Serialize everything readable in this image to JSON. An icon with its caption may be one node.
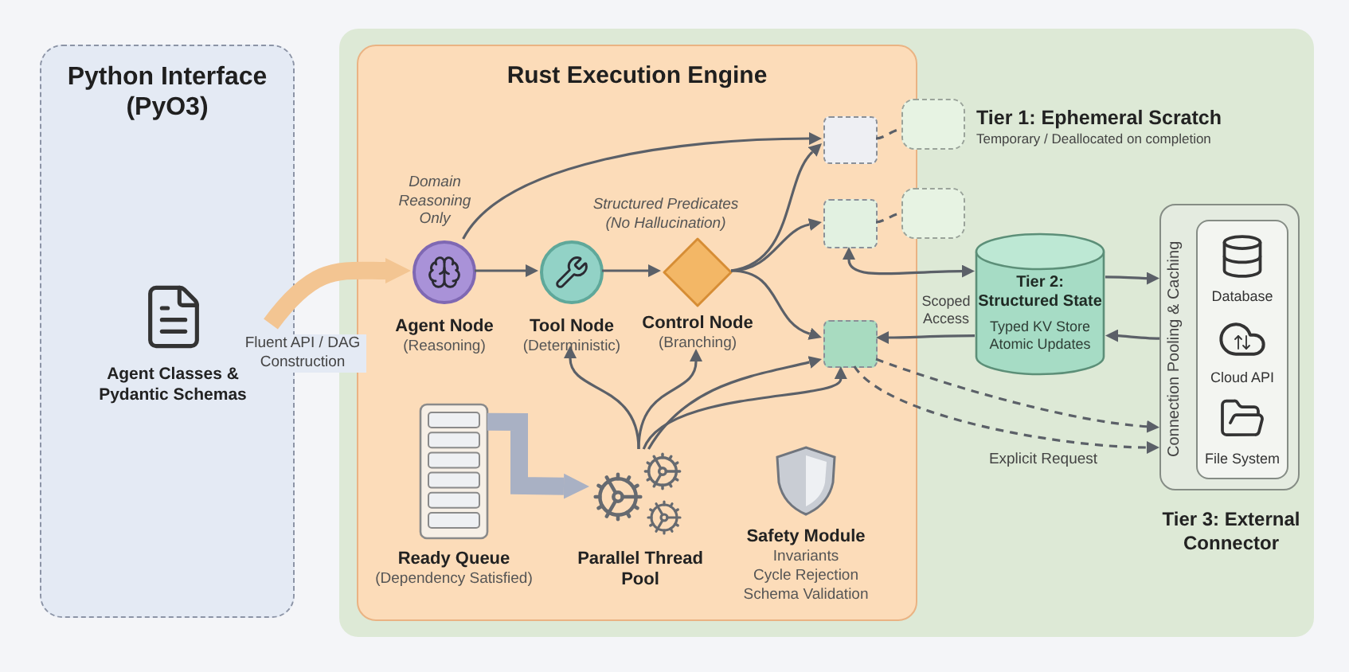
{
  "diagram": {
    "nodes": [
      {
        "text": [
          "Python Interface (PyO3)"
        ]
      },
      {
        "text": [
          "Agent Classes & Pydantic Schemas"
        ],
        "in": 0
      },
      {
        "text": [],
        "shape": "box"
      },
      {
        "text": [
          "Rust Execution Engine"
        ],
        "in": 2
      },
      {
        "text": [
          "Agent Node",
          "(Reasoning)"
        ],
        "beside": [
          "Domain Reasoning Only"
        ],
        "in": 3
      },
      {
        "text": [
          "Tool Node",
          "(Deterministic)"
        ],
        "in": 3
      },
      {
        "text": [
          "Control Node",
          "(Branching)"
        ],
        "beside": [
          "Structured Predicates (No Hallucination)"
        ],
        "in": 3
      },
      {
        "text": [],
        "shape": "box",
        "in": 3
      },
      {
        "text": [],
        "shape": "box",
        "in": 3
      },
      {
        "text": [],
        "shape": "box",
        "in": 3
      },
      {
        "text": [],
        "shape": "box",
        "beside": [
          "Tier 1: Ephemeral Scratch",
          "Temporary / Deallocated on completion"
        ],
        "in": 2
      },
      {
        "text": [],
        "shape": "box",
        "in": 2
      },
      {
        "text": [
          "Tier 2: Structured State",
          "Typed KV Store Atomic Updates"
        ],
        "in": 2
      },
      {
        "text": [
          "Connection Pooling & Caching"
        ],
        "beside": [
          "Tier 3: External Connector"
        ],
        "in": 2
      },
      {
        "text": [
          "Database",
          "Cloud API",
          "File System"
        ],
        "in": 13
      },
      {
        "text": [
          "Ready Queue",
          "(Dependency Satisfied)"
        ],
        "in": 3
      },
      {
        "text": [
          "Parallel Thread Pool"
        ],
        "in": 3
      },
      {
        "text": [
          "Safety Module",
          "Invariants",
          "Cycle Rejection",
          "Schema Validation"
        ],
        "in": 3
      }
    ],
    "edges": [
      {
        "from": 1,
        "to": 4,
        "arrow": "to",
        "label": "Fluent API / DAG Construction",
        "style": "thick",
        "color": "#f3c592"
      },
      {
        "from": 4,
        "to": 5,
        "arrow": "to"
      },
      {
        "from": 5,
        "to": 6,
        "arrow": "to"
      },
      {
        "from": 4,
        "to": 7,
        "arrow": "to"
      },
      {
        "from": 6,
        "to": 7,
        "arrow": "to"
      },
      {
        "from": 6,
        "to": 8,
        "arrow": "to"
      },
      {
        "from": 6,
        "to": 9,
        "arrow": "to"
      },
      {
        "from": 7,
        "to": 10,
        "arrow": "none",
        "style": "dashed"
      },
      {
        "from": 8,
        "to": 11,
        "arrow": "none",
        "style": "dashed"
      },
      {
        "from": 12,
        "to": 8,
        "arrow": "both"
      },
      {
        "from": 12,
        "to": 9,
        "arrow": "to"
      },
      {
        "from": 12,
        "to": 13,
        "arrow": "to"
      },
      {
        "from": 13,
        "to": 12,
        "arrow": "to"
      },
      {
        "from": 9,
        "to": 13,
        "arrow": "to",
        "style": "dashed"
      },
      {
        "from": 9,
        "to": 13,
        "arrow": "to",
        "style": "dashed",
        "label": "Explicit Request"
      },
      {
        "from": 15,
        "to": 16,
        "arrow": "to",
        "style": "thick",
        "color": "#a9b1c4"
      },
      {
        "from": 16,
        "to": 5,
        "arrow": "to"
      },
      {
        "from": 16,
        "to": 6,
        "arrow": "to"
      },
      {
        "from": 16,
        "to": 9,
        "arrow": "to"
      },
      {
        "from": 16,
        "to": 9,
        "arrow": "to"
      }
    ],
    "labels": [
      "Scoped Access"
    ]
  }
}
